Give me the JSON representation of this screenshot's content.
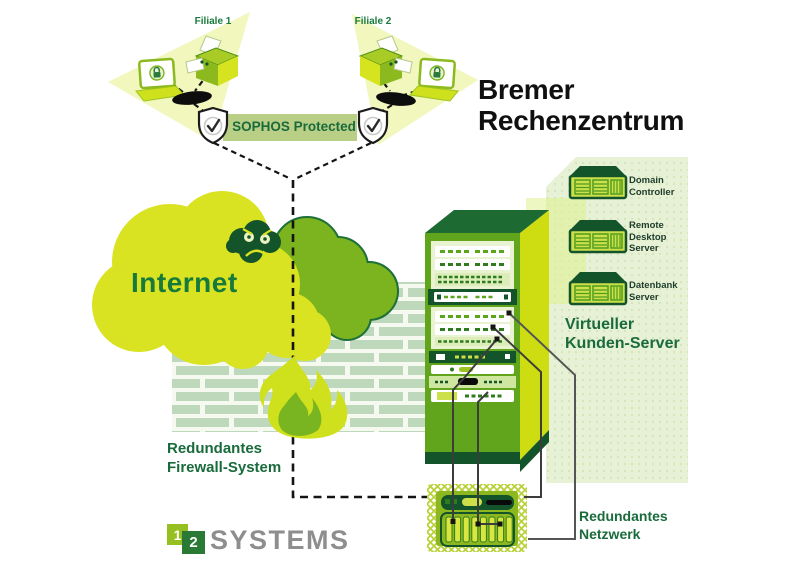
{
  "labels": {
    "branch1": "Filiale 1",
    "branch2": "Filiale 2",
    "sophos": "SOPHOS Protected",
    "title": "Bremer\nRechenzentrum",
    "internet": "Internet",
    "firewall": "Redundantes\nFirewall-System",
    "virtual": "Virtueller\nKunden-Server",
    "network": "Redundantes\nNetzwerk"
  },
  "servers": {
    "domain": "Domain\nController",
    "remote": "Remote\nDesktop\nServer",
    "database": "Datenbank\nServer"
  },
  "logo": {
    "digit1": "1",
    "digit2": "2",
    "name": "SYSTEMS"
  },
  "icons": {
    "shield": "shield-check-icon",
    "internet_cloud": "internet-cloud",
    "threat_cloud": "angry-cloud-face-icon",
    "flame": "firewall-flame-icon",
    "laptop": "laptop-icon",
    "printer": "printer-icon",
    "hub": "network-hub-icon",
    "server_box": "server-box-icon",
    "rack": "server-rack",
    "switch": "network-switch"
  },
  "colors": {
    "lime": "#d9e321",
    "green": "#7cb41f",
    "dark_green": "#14542a",
    "text_green": "#1a6b3c",
    "title_color": "#101010",
    "logo_gray": "#8e8e8e",
    "beam": "#f1f7bd",
    "panel": "#e7f1d6",
    "brick": "#bed8bb",
    "sophos_band": "#b9cf85"
  }
}
